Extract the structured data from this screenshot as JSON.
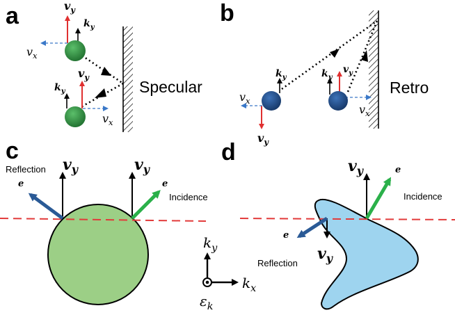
{
  "panels": {
    "a": {
      "letter": "a",
      "wall_label": "Specular",
      "symbols": {
        "vy": "v",
        "vy_sub": "y",
        "ky": "k",
        "ky_sub": "y",
        "vx": "v",
        "vx_sub": "x"
      }
    },
    "b": {
      "letter": "b",
      "wall_label": "Retro",
      "symbols": {
        "vy": "v",
        "vy_sub": "y",
        "ky": "k",
        "ky_sub": "y",
        "vx": "v",
        "vx_sub": "x"
      }
    },
    "c": {
      "letter": "c",
      "reflection_label": "Reflection",
      "incidence_label": "Incidence",
      "e_label": "e",
      "vy": "v",
      "vy_sub": "y"
    },
    "d": {
      "letter": "d",
      "reflection_label": "Reflection",
      "incidence_label": "Incidence",
      "e_label": "e",
      "vy": "v",
      "vy_sub": "y"
    },
    "axes": {
      "ky": "k",
      "ky_sub": "y",
      "kx": "k",
      "kx_sub": "x",
      "eps": "ε",
      "eps_sub": "k"
    }
  },
  "colors": {
    "green_ball": "#2e8b3e",
    "blue_ball": "#1f4b8a",
    "red_arrow": "#e03030",
    "blue_dashed": "#3a78c8",
    "green_arrow": "#2bb04a",
    "navy_arrow": "#2a5a96",
    "circle_fill": "#9ccf86",
    "boomerang_fill": "#9ed4ef",
    "dashed_red": "#e23a3a"
  }
}
